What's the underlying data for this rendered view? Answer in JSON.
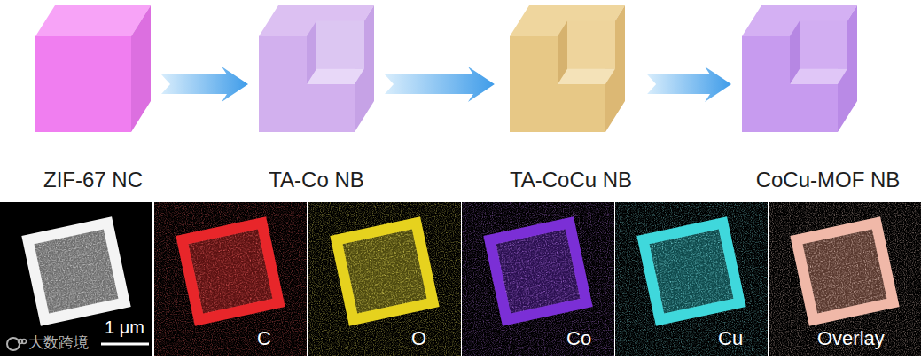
{
  "diagram": {
    "nodes": [
      {
        "text": [
          "ZIF-67 NC"
        ]
      },
      {
        "text": [
          "TA-Co NB"
        ]
      },
      {
        "text": [
          "TA-CoCu NB"
        ]
      },
      {
        "text": [
          "CoCu-MOF NB"
        ]
      },
      {
        "text": [
          "1 μm"
        ]
      },
      {
        "text": [
          "C"
        ]
      },
      {
        "text": [
          "O"
        ]
      },
      {
        "text": [
          "Co"
        ]
      },
      {
        "text": [
          "Cu"
        ]
      },
      {
        "text": [
          "Overlay"
        ]
      }
    ],
    "edges": [
      {
        "from": 0,
        "to": 1,
        "arrow": "to"
      },
      {
        "from": 1,
        "to": 2,
        "arrow": "to"
      },
      {
        "from": 2,
        "to": 3,
        "arrow": "to"
      }
    ],
    "labels": [
      "大数跨境"
    ]
  }
}
